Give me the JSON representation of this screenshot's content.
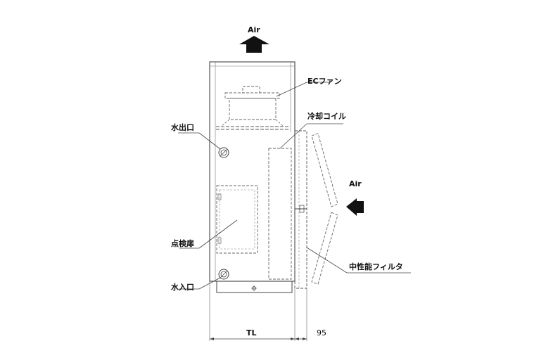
{
  "labels": {
    "air_top": "Air",
    "air_right": "Air",
    "ec_fan": "ECファン",
    "cooling_coil": "冷却コイル",
    "water_outlet": "水出口",
    "inspection_door": "点検扉",
    "water_inlet": "水入口",
    "filter": "中性能フィルタ"
  },
  "dimensions": {
    "width_label": "TL",
    "filter_depth": "95"
  },
  "colors": {
    "line": "#333333",
    "arrow": "#111111",
    "background": "#ffffff"
  }
}
